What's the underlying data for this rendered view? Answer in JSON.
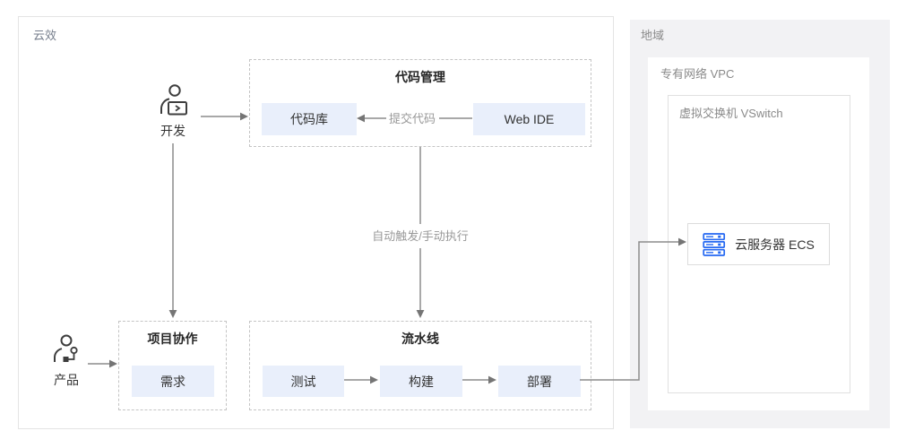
{
  "yunxiao": {
    "label": "云效"
  },
  "actors": {
    "dev": {
      "label": "开发",
      "icon": "developer-person-icon"
    },
    "product": {
      "label": "产品",
      "icon": "product-person-icon"
    }
  },
  "code_mgmt": {
    "title": "代码管理",
    "repo_label": "代码库",
    "webide_label": "Web IDE",
    "commit_label": "提交代码"
  },
  "trigger_label": "自动触发/手动执行",
  "project": {
    "title": "项目协作",
    "req_label": "需求"
  },
  "pipeline": {
    "title": "流水线",
    "stages": [
      "测试",
      "构建",
      "部署"
    ]
  },
  "region": {
    "label": "地域"
  },
  "vpc": {
    "label": "专有网络 VPC"
  },
  "vswitch": {
    "label": "虚拟交换机 VSwitch"
  },
  "ecs": {
    "label": "云服务器 ECS",
    "icon": "server-stack-icon"
  },
  "colors": {
    "node_fill": "#E9EFFB",
    "accent_blue": "#2468F2",
    "connector": "#8C8C8C",
    "region_bg": "#F2F2F4",
    "dashed_border": "#C4C4C4",
    "muted_text": "#999999",
    "dark_text": "#333333"
  }
}
